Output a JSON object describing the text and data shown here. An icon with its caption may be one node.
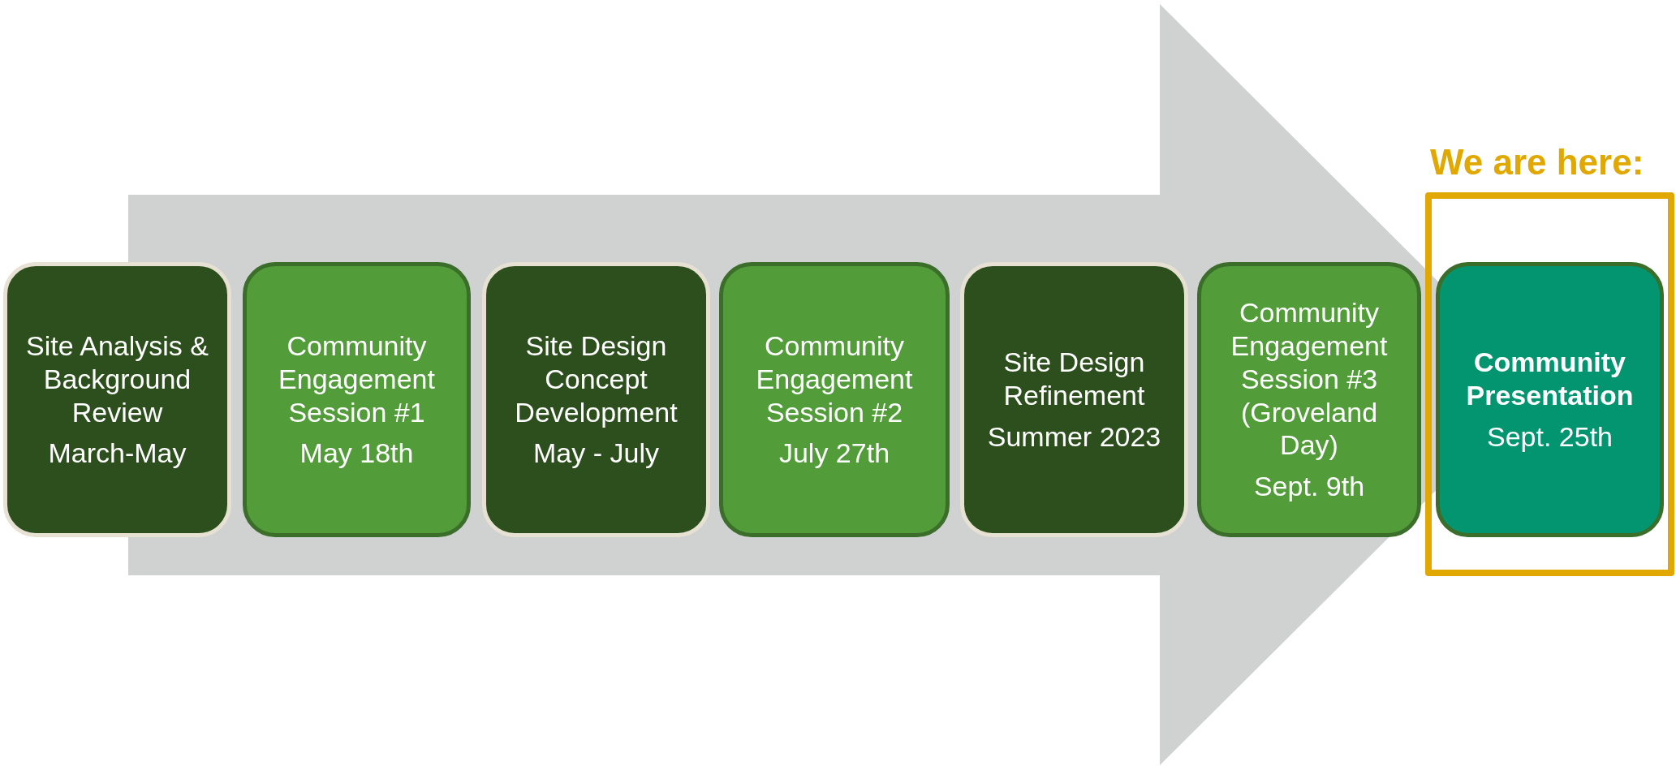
{
  "diagram": {
    "nodes": [
      {
        "text": [
          "Site Analysis & Background Review",
          "March-May"
        ]
      },
      {
        "text": [
          "Community Engagement Session #1",
          "May 18th"
        ]
      },
      {
        "text": [
          "Site Design Concept Development",
          "May - July"
        ]
      },
      {
        "text": [
          "Community Engagement Session #2",
          "July 27th"
        ]
      },
      {
        "text": [
          "Site Design Refinement",
          "Summer 2023"
        ]
      },
      {
        "text": [
          "Community Engagement Session #3 (Groveland Day)",
          "Sept. 9th"
        ]
      },
      {
        "text": [
          "We are here:"
        ]
      },
      {
        "text": [
          "Community Presentation",
          "Sept. 25th"
        ],
        "in": 6
      }
    ],
    "edges": [
      {
        "from": 0,
        "to": 7,
        "arrow": "to"
      }
    ]
  }
}
